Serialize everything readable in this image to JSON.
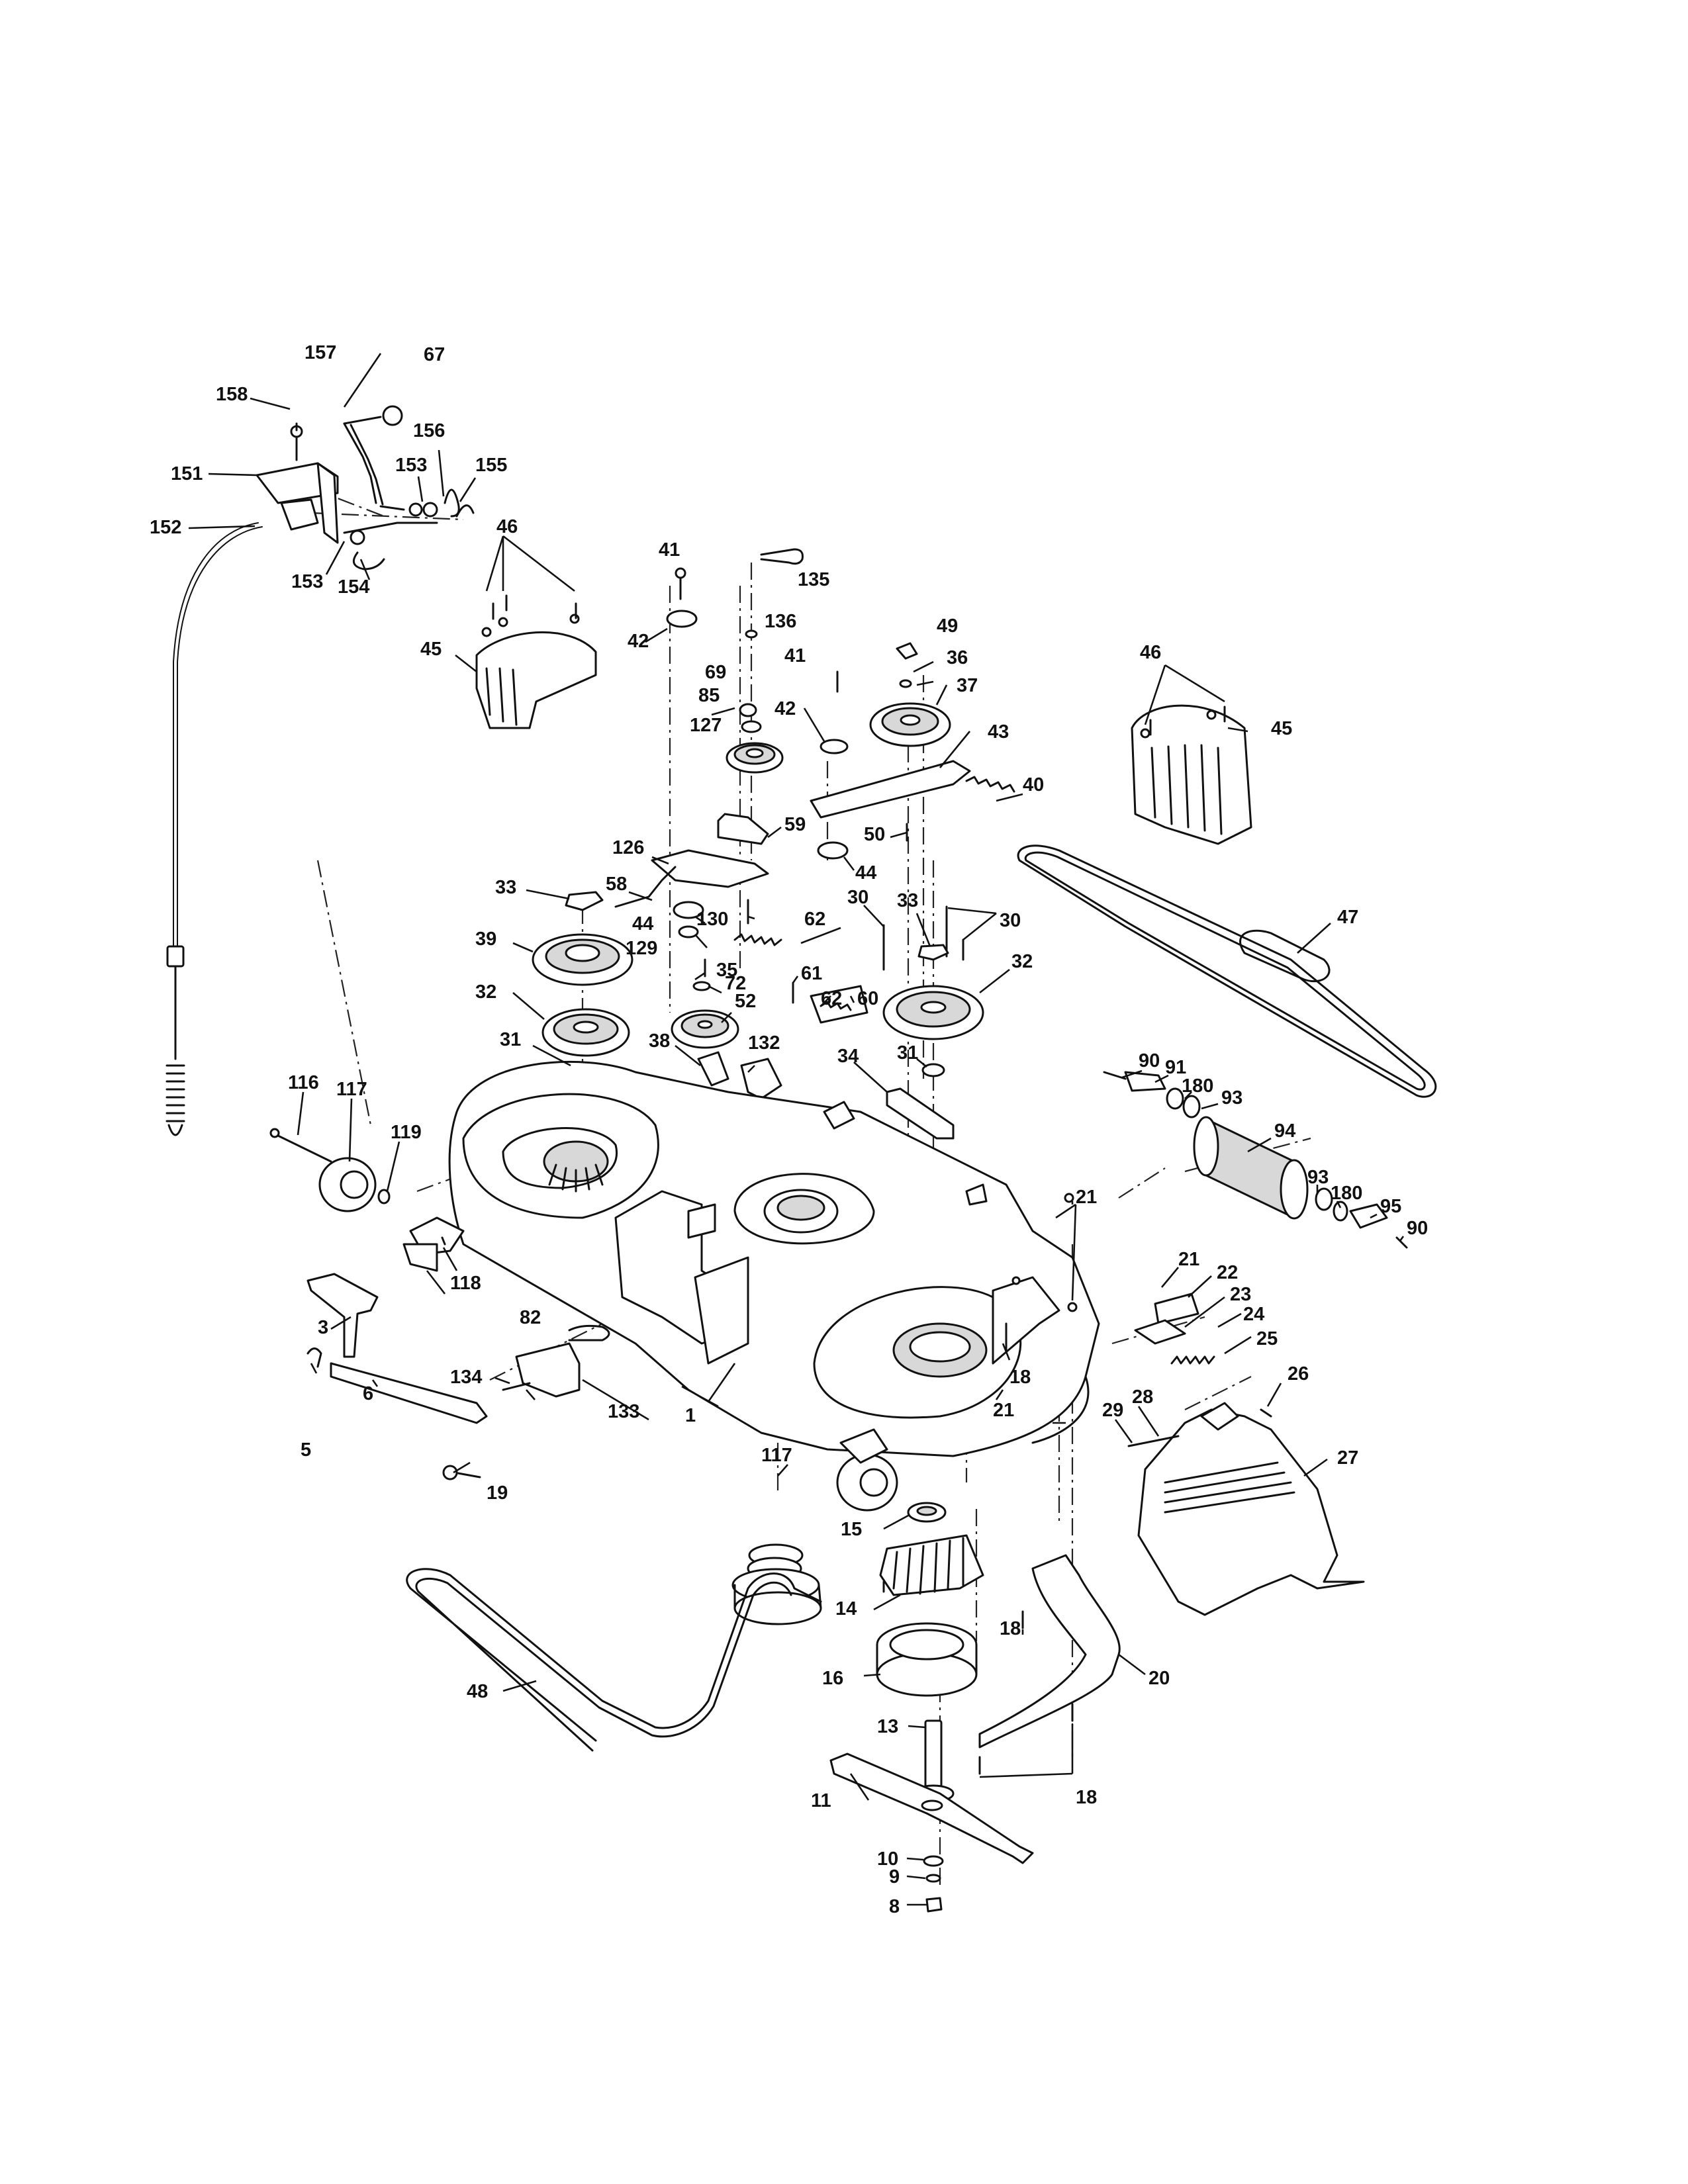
{
  "labels": {
    "p1": "1",
    "p3": "3",
    "p5": "5",
    "p6": "6",
    "p8": "8",
    "p9": "9",
    "p10": "10",
    "p11": "11",
    "p13": "13",
    "p14": "14",
    "p15": "15",
    "p16": "16",
    "p18a": "18",
    "p18b": "18",
    "p18c": "18",
    "p19": "19",
    "p20": "20",
    "p21a": "21",
    "p21b": "21",
    "p21c": "21",
    "p22": "22",
    "p23": "23",
    "p24": "24",
    "p25": "25",
    "p26": "26",
    "p27": "27",
    "p28": "28",
    "p29": "29",
    "p30a": "30",
    "p30b": "30",
    "p31a": "31",
    "p31b": "31",
    "p32a": "32",
    "p32b": "32",
    "p33a": "33",
    "p33b": "33",
    "p34": "34",
    "p35": "35",
    "p36": "36",
    "p37": "37",
    "p38": "38",
    "p39": "39",
    "p40": "40",
    "p41a": "41",
    "p41b": "41",
    "p42a": "42",
    "p42b": "42",
    "p43": "43",
    "p44a": "44",
    "p44b": "44",
    "p45a": "45",
    "p45b": "45",
    "p46a": "46",
    "p46b": "46",
    "p47": "47",
    "p48": "48",
    "p49": "49",
    "p50": "50",
    "p52": "52",
    "p58": "58",
    "p59": "59",
    "p60": "60",
    "p61": "61",
    "p62a": "62",
    "p62b": "62",
    "p67": "67",
    "p69": "69",
    "p72": "72",
    "p82": "82",
    "p85": "85",
    "p90a": "90",
    "p90b": "90",
    "p91": "91",
    "p93a": "93",
    "p93b": "93",
    "p94": "94",
    "p95": "95",
    "p116": "116",
    "p117a": "117",
    "p117b": "117",
    "p118": "118",
    "p119": "119",
    "p126": "126",
    "p127": "127",
    "p129": "129",
    "p130": "130",
    "p132": "132",
    "p133": "133",
    "p134": "134",
    "p135": "135",
    "p136": "136",
    "p151": "151",
    "p152": "152",
    "p153a": "153",
    "p153b": "153",
    "p154": "154",
    "p155": "155",
    "p156": "156",
    "p157": "157",
    "p158": "158",
    "p180a": "180",
    "p180b": "180"
  }
}
